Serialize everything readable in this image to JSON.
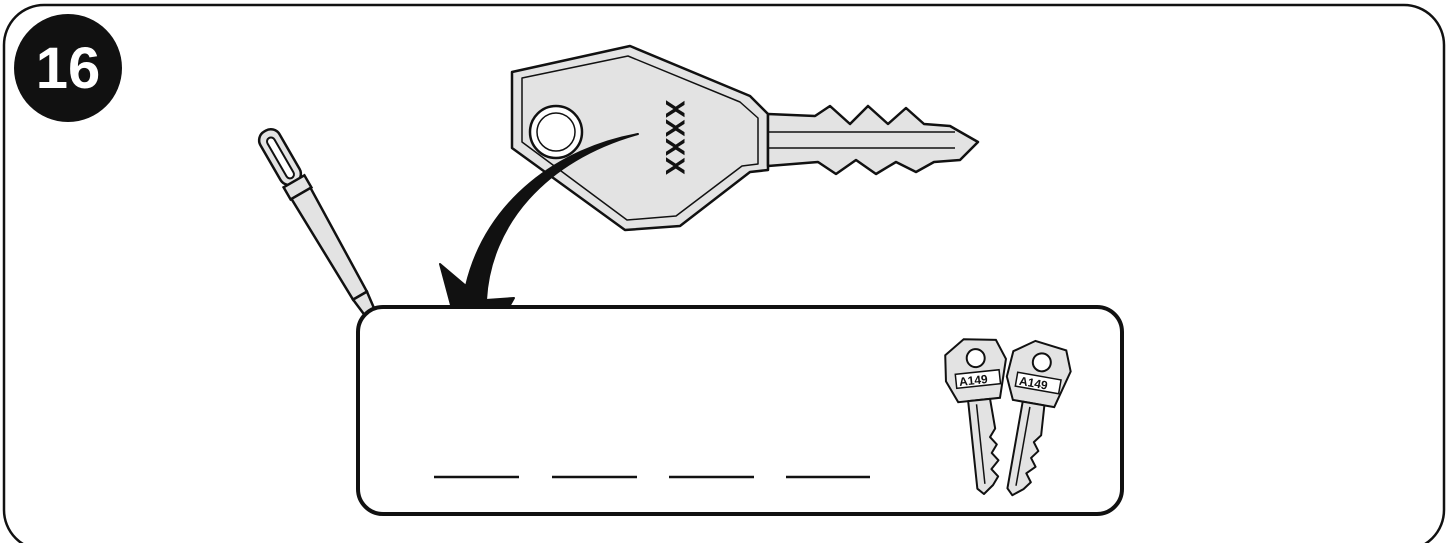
{
  "step": {
    "number": "16"
  },
  "key": {
    "code": "XXXX"
  },
  "card": {
    "blank_slots": [
      "",
      "",
      "",
      ""
    ],
    "spare_keys": [
      {
        "code": "A149"
      },
      {
        "code": "A149"
      }
    ]
  },
  "colors": {
    "stroke": "#111111",
    "fill": "#e3e3e3",
    "background": "#ffffff"
  },
  "icons": [
    "pen-icon",
    "key-icon",
    "arrow-icon",
    "spare-keys-icon"
  ]
}
